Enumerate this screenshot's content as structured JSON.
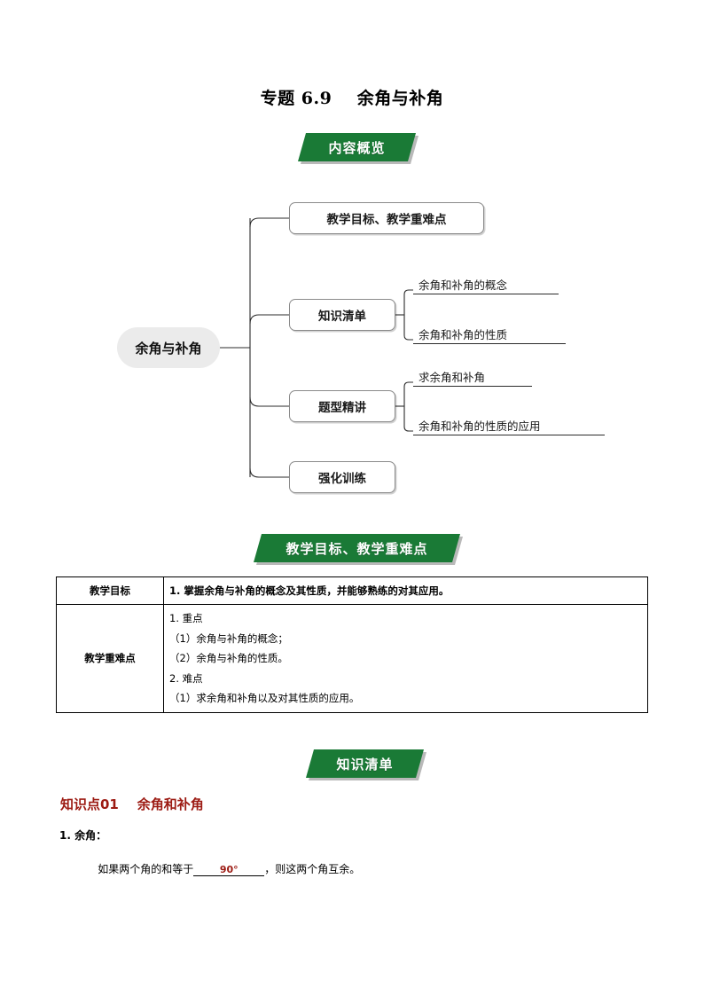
{
  "document": {
    "title": "专题 6.9    余角与补角"
  },
  "banners": [
    {
      "id": "content-overview",
      "label": "内容概览"
    },
    {
      "id": "teaching-goals",
      "label": "教学目标、教学重难点"
    },
    {
      "id": "knowledge-list",
      "label": "知识清单"
    }
  ],
  "mindmap": {
    "root": {
      "label": "余角与补角"
    },
    "branches": [
      {
        "label": "教学目标、教学重难点",
        "children": []
      },
      {
        "label": "知识清单",
        "children": [
          "余角和补角的概念",
          "余角和补角的性质"
        ]
      },
      {
        "label": "题型精讲",
        "children": [
          "求余角和补角",
          "余角和补角的性质的应用"
        ]
      },
      {
        "label": "强化训练",
        "children": []
      }
    ]
  },
  "table": {
    "rows": [
      {
        "label": "教学目标",
        "lines": [
          {
            "text": "1. 掌握余角与补角的概念及其性质，并能够熟练的对其应用。",
            "bold": true
          }
        ]
      },
      {
        "label": "教学重难点",
        "lines": [
          {
            "text": "1. 重点",
            "bold": false
          },
          {
            "text": "（1）余角与补角的概念；",
            "bold": false
          },
          {
            "text": "（2）余角与补角的性质。",
            "bold": false
          },
          {
            "text": "2. 难点",
            "bold": false
          },
          {
            "text": "（1）求余角和补角以及对其性质的应用。",
            "bold": false
          }
        ]
      }
    ]
  },
  "knowledge": {
    "heading": "知识点01    余角和补角",
    "item_label": "1. 余角：",
    "sentence_before": "如果两个角的和等于",
    "blank_value": "90°",
    "sentence_after": "，则这两个角互余。"
  },
  "colors": {
    "banner_green": "#1a7a36",
    "heading_red": "#9c1a12",
    "root_gray": "#ebebeb",
    "node_border": "#8a8a8a"
  }
}
